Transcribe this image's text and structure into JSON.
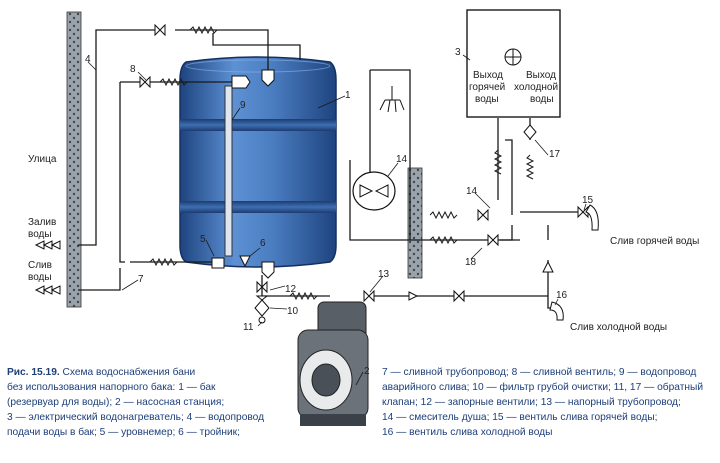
{
  "diagram": {
    "callouts": {
      "n1": "1",
      "n2": "2",
      "n3": "3",
      "n4": "4",
      "n5": "5",
      "n6": "6",
      "n7": "7",
      "n8": "8",
      "n9": "9",
      "n10": "10",
      "n11": "11",
      "n12": "12",
      "n13": "13",
      "n14a": "14",
      "n14b": "14",
      "n15": "15",
      "n16": "16",
      "n17": "17",
      "n18": "18"
    },
    "street": "Улица",
    "fill_water": [
      "Залив",
      "воды"
    ],
    "drain_water": [
      "Слив",
      "воды"
    ],
    "heater_hot_out": [
      "Выход",
      "горячей",
      "воды"
    ],
    "heater_cold_out": [
      "Выход",
      "холодной",
      "воды"
    ],
    "hot_drain": "Слив горячей воды",
    "cold_drain": "Слив холодной воды"
  },
  "caption": {
    "left": [
      {
        "bold": "Рис. 15.19.",
        "text": " Схема водоснабжения бани"
      },
      {
        "text": "без использования напорного бака: 1 — бак"
      },
      {
        "text": "(резервуар для воды); 2 — насосная станция;"
      },
      {
        "text": "3 — электрический водонагреватель; 4 — водопровод"
      },
      {
        "text": "подачи воды в бак; 5 — уровнемер; 6 — тройник;"
      }
    ],
    "right": [
      {
        "text": "7 — сливной трубопровод; 8 — сливной вентиль; 9 — водопровод"
      },
      {
        "text": "аварийного слива; 10 — фильтр грубой очистки; 11, 17 — обратный"
      },
      {
        "text": "клапан; 12 — запорные вентили; 13 — напорный трубопровод;"
      },
      {
        "text": "14 — смеситель душа; 15 — вентиль слива горячей воды;"
      },
      {
        "text": "16 — вентиль слива холодной воды"
      }
    ]
  },
  "colors": {
    "tank_light": "#5a8ed0",
    "tank_dark": "#1d3f7a",
    "pipe": "#1a1a1a",
    "caption": "#1d3f7a",
    "heater_fill": "#ffffff"
  }
}
